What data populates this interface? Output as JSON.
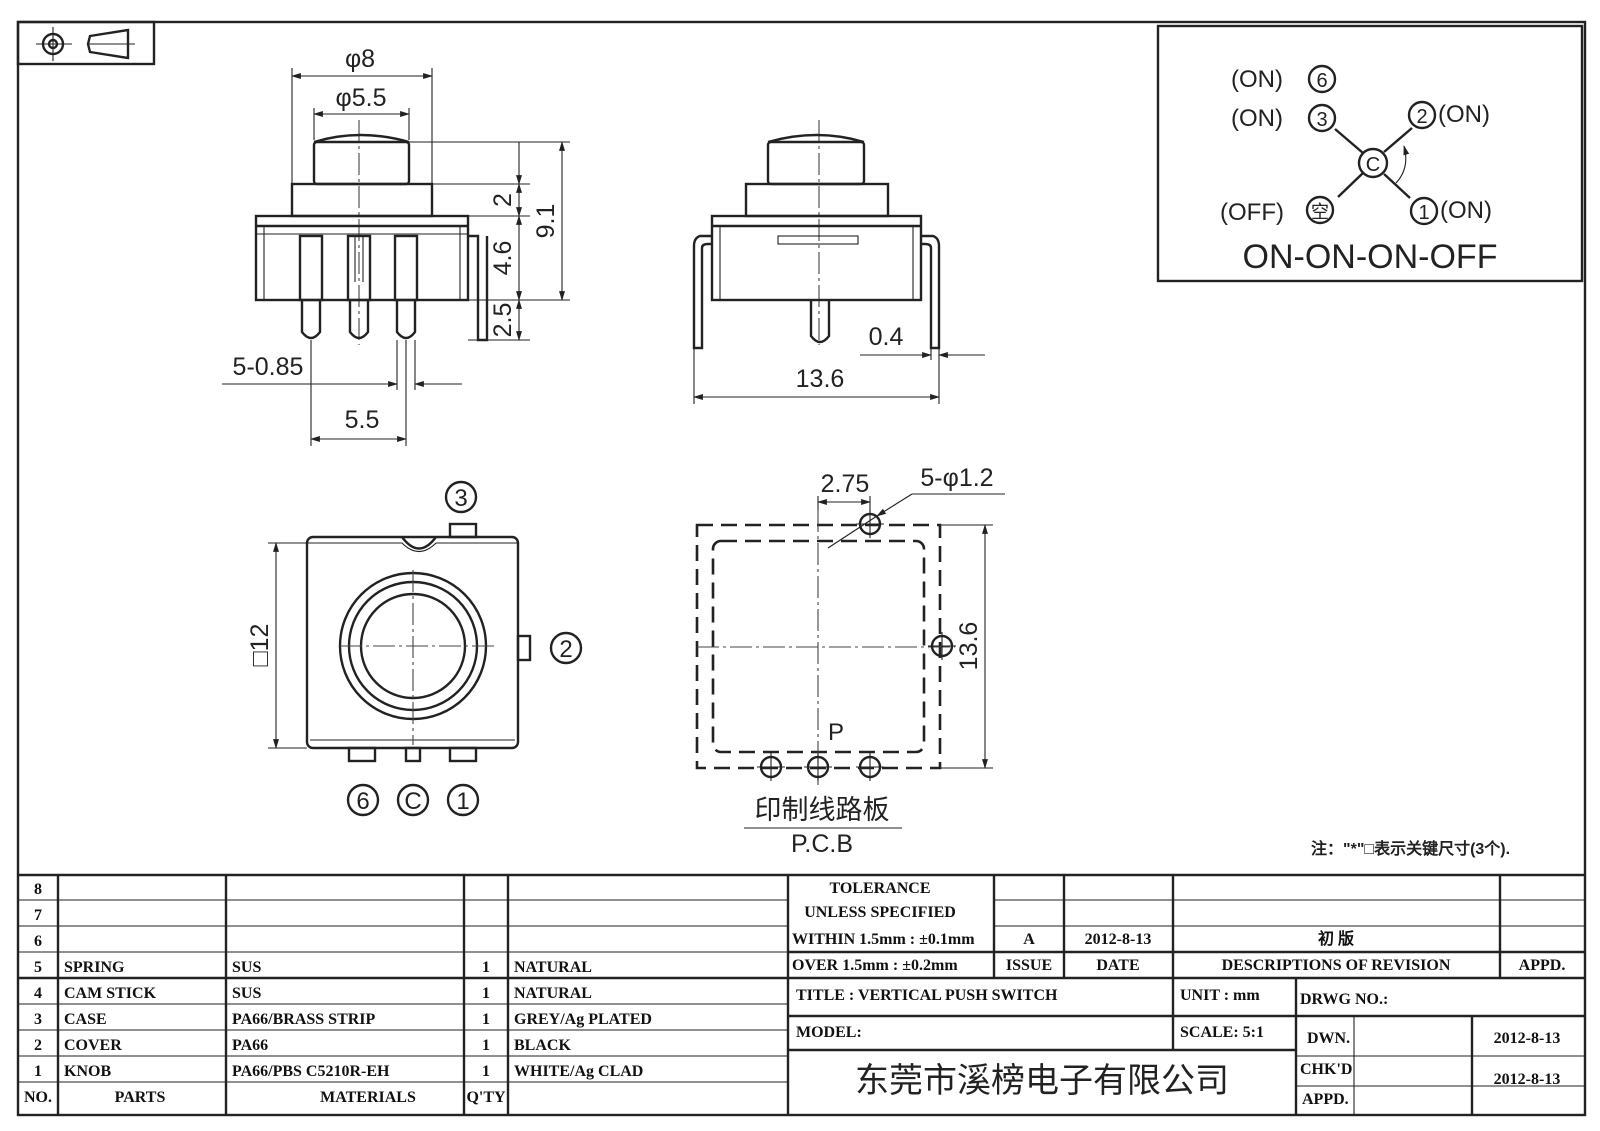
{
  "front_view": {
    "d_outer": "φ8",
    "d_inner": "φ5.5",
    "h_top": "2",
    "h_body": "4.6",
    "h_pin": "2.5",
    "h_total": "9.1",
    "pin_spec": "5-0.85",
    "pitch": "5.5"
  },
  "side_view": {
    "thickness": "0.4",
    "width": "13.6"
  },
  "top_view": {
    "square": "□12",
    "t3": "3",
    "t2": "2",
    "t6": "6",
    "tc": "C",
    "t1": "1"
  },
  "pcb_view": {
    "pitch": "2.75",
    "hole_spec": "5-φ1.2",
    "size": "13.6",
    "p_mark": "P",
    "label_cn": "印制线路板",
    "label_en": "P.C.B"
  },
  "schematic": {
    "on6": "(ON)",
    "n6": "6",
    "on3": "(ON)",
    "n3": "3",
    "on2": "(ON)",
    "n2": "2",
    "on1": "(ON)",
    "n1": "1",
    "off": "(OFF)",
    "nempty": "空",
    "c": "C",
    "mode": "ON-ON-ON-OFF"
  },
  "note": "注：\"*\"□表示关键尺寸(3个).",
  "parts_table": {
    "rows": [
      {
        "no": "8",
        "part": "",
        "material": "",
        "qty": "",
        "remark": ""
      },
      {
        "no": "7",
        "part": "",
        "material": "",
        "qty": "",
        "remark": ""
      },
      {
        "no": "6",
        "part": "",
        "material": "",
        "qty": "",
        "remark": ""
      },
      {
        "no": "5",
        "part": "SPRING",
        "material": "SUS",
        "qty": "1",
        "remark": "NATURAL"
      },
      {
        "no": "4",
        "part": "CAM STICK",
        "material": "SUS",
        "qty": "1",
        "remark": "NATURAL"
      },
      {
        "no": "3",
        "part": "CASE",
        "material": "PA66/BRASS STRIP",
        "qty": "1",
        "remark": "GREY/Ag PLATED"
      },
      {
        "no": "2",
        "part": "COVER",
        "material": "PA66",
        "qty": "1",
        "remark": "BLACK"
      },
      {
        "no": "1",
        "part": "KNOB",
        "material": "PA66/PBS C5210R-EH",
        "qty": "1",
        "remark": "WHITE/Ag CLAD"
      }
    ],
    "headers": {
      "no": "NO.",
      "parts": "PARTS",
      "materials": "MATERIALS",
      "qty": "Q'TY"
    }
  },
  "title_block": {
    "tol1": "TOLERANCE",
    "tol2": "UNLESS  SPECIFIED",
    "tol3": "WITHIN 1.5mm : ±0.1mm",
    "tol4": "OVER 1.5mm : ±0.2mm",
    "issue_val": "A",
    "date_val": "2012-8-13",
    "rev_val": "初  版",
    "issue": "ISSUE",
    "date": "DATE",
    "desc": "DESCRIPTIONS OF REVISION",
    "appd": "APPD.",
    "title": "TITLE :  VERTICAL PUSH SWITCH",
    "unit": "UNIT :  mm",
    "drwg": "DRWG NO.:",
    "model": "MODEL:",
    "scale": "SCALE:  5:1",
    "dwn": "DWN.",
    "dwn_date": "2012-8-13",
    "chkd": "CHK'D",
    "chkd_date": "2012-8-13",
    "appd2": "APPD.",
    "company": "东莞市溪榜电子有限公司"
  }
}
